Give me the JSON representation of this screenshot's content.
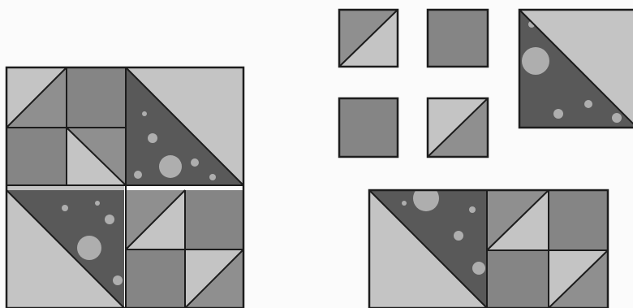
{
  "figure": {
    "colors": {
      "background": "#fbfbfb",
      "light_fabric": "#c4c4c4",
      "medium_fabric": "#8f8f8f",
      "medium_dark_fabric": "#858585",
      "dark_print": "#595959",
      "ornament": "#bdbdbd",
      "outline": "#1c1c1c"
    },
    "pieces": {
      "assembled_block": "assembled-quilt-block",
      "half_square_triangle": "half-square-triangle-unit",
      "plain_square": "plain-square-unit",
      "large_triangle": "large-half-square-triangle",
      "partial_unit": "partial-assembly-unit"
    }
  }
}
